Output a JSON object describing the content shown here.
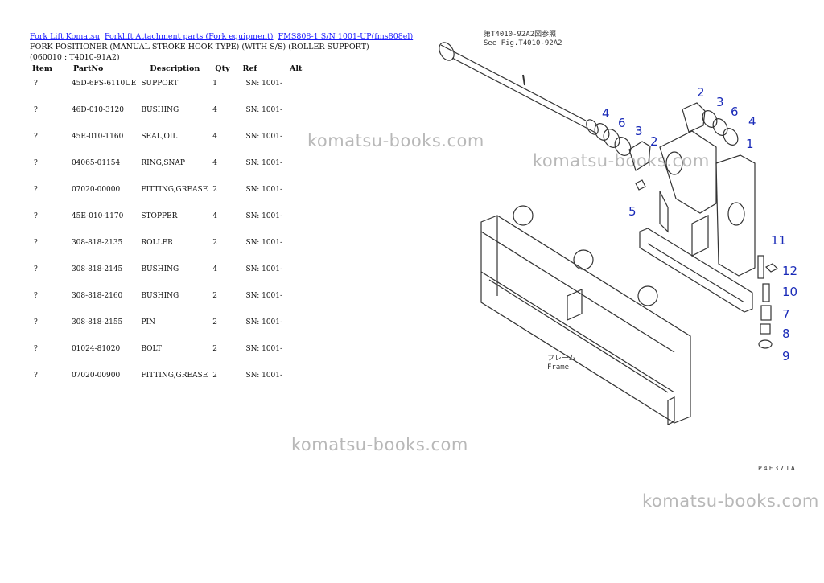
{
  "breadcrumb": {
    "links": [
      "Fork Lift Komatsu",
      "Forklift Attachment parts (Fork equipment)",
      "FMS808-1 S/N 1001-UP(fms808el)"
    ]
  },
  "page_title": "FORK POSITIONER (MANUAL STROKE HOOK TYPE) (WITH S/S) (ROLLER SUPPORT)(060010 : T4010-91A2)",
  "table": {
    "headers": [
      "Item",
      "PartNo",
      "Description",
      "Qty",
      "Ref",
      "Alt"
    ],
    "rows": [
      [
        "?",
        "45D-6FS-6110UE",
        "SUPPORT",
        "1",
        "SN: 1001-",
        ""
      ],
      [
        "?",
        "46D-010-3120",
        "BUSHING",
        "4",
        "SN: 1001-",
        ""
      ],
      [
        "?",
        "45E-010-1160",
        "SEAL,OIL",
        "4",
        "SN: 1001-",
        ""
      ],
      [
        "?",
        "04065-01154",
        "RING,SNAP",
        "4",
        "SN: 1001-",
        ""
      ],
      [
        "?",
        "07020-00000",
        "FITTING,GREASE",
        "2",
        "SN: 1001-",
        ""
      ],
      [
        "?",
        "45E-010-1170",
        "STOPPER",
        "4",
        "SN: 1001-",
        ""
      ],
      [
        "?",
        "308-818-2135",
        "ROLLER",
        "2",
        "SN: 1001-",
        ""
      ],
      [
        "?",
        "308-818-2145",
        "BUSHING",
        "4",
        "SN: 1001-",
        ""
      ],
      [
        "?",
        "308-818-2160",
        "BUSHING",
        "2",
        "SN: 1001-",
        ""
      ],
      [
        "?",
        "308-818-2155",
        "PIN",
        "2",
        "SN: 1001-",
        ""
      ],
      [
        "?",
        "01024-81020",
        "BOLT",
        "2",
        "SN: 1001-",
        ""
      ],
      [
        "?",
        "07020-00900",
        "FITTING,GREASE",
        "2",
        "SN: 1001-",
        ""
      ]
    ]
  },
  "watermark": "komatsu-books.com",
  "diagram": {
    "note_line1": "第T4010-92A2図参照",
    "note_line2": "See Fig.T4010-92A2",
    "frame_label_jp": "フレーム",
    "frame_label_en": "Frame",
    "figure_code": "P4F371A",
    "callouts": [
      "2",
      "3",
      "4",
      "6",
      "4",
      "4",
      "6",
      "3",
      "2",
      "1",
      "5",
      "11",
      "12",
      "10",
      "7",
      "8",
      "9"
    ]
  }
}
